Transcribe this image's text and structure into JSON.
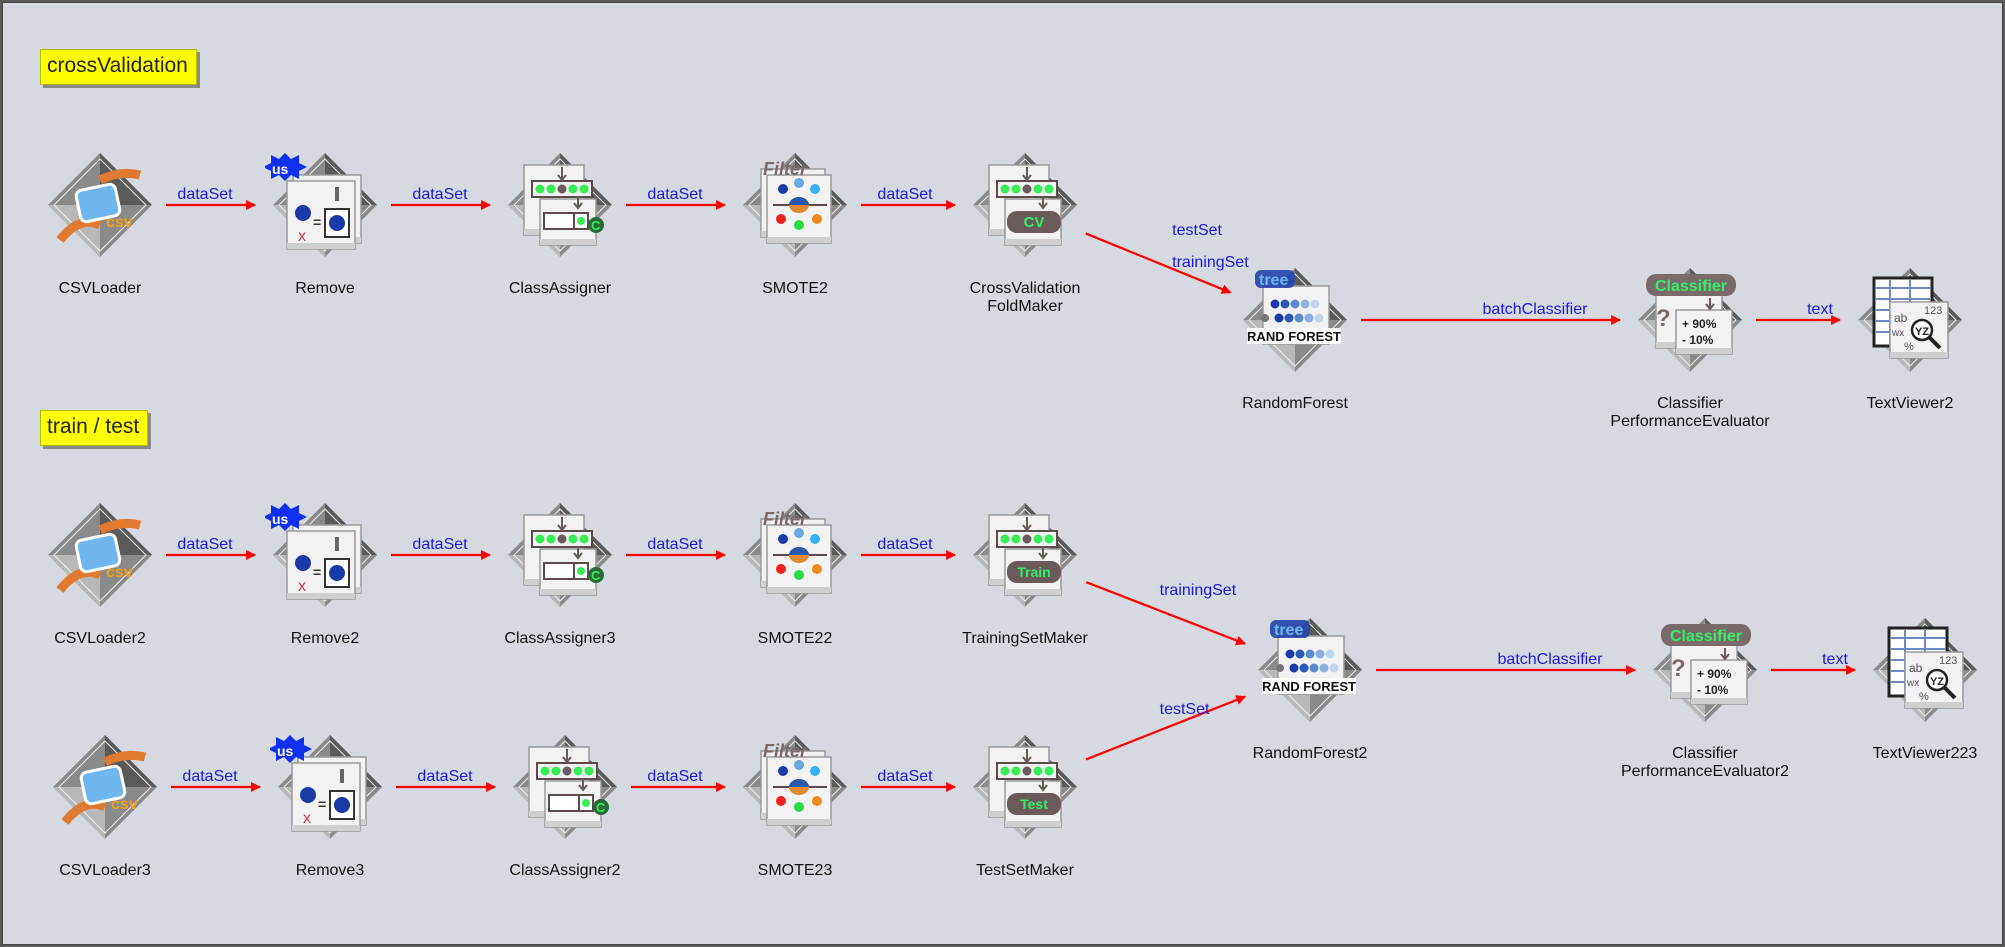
{
  "notes": [
    {
      "id": "note-cv",
      "text": "crossValidation"
    },
    {
      "id": "note-tt",
      "text": "train / test"
    }
  ],
  "nodes": [
    {
      "id": "csvloader",
      "label": [
        "CSVLoader"
      ],
      "icon": "csv-loader-icon"
    },
    {
      "id": "remove",
      "label": [
        "Remove"
      ],
      "icon": "remove-filter-icon"
    },
    {
      "id": "classassigner",
      "label": [
        "ClassAssigner"
      ],
      "icon": "class-assigner-icon"
    },
    {
      "id": "smote2",
      "label": [
        "SMOTE2"
      ],
      "icon": "smote-filter-icon"
    },
    {
      "id": "cvfoldmaker",
      "label": [
        "CrossValidation",
        "FoldMaker"
      ],
      "icon": "cv-foldmaker-icon",
      "badge": "CV"
    },
    {
      "id": "randomforest",
      "label": [
        "RandomForest"
      ],
      "icon": "random-forest-icon"
    },
    {
      "id": "cpe",
      "label": [
        "Classifier",
        "PerformanceEvaluator"
      ],
      "icon": "classifier-performance-evaluator-icon"
    },
    {
      "id": "textviewer2",
      "label": [
        "TextViewer2"
      ],
      "icon": "text-viewer-icon"
    },
    {
      "id": "csvloader2",
      "label": [
        "CSVLoader2"
      ],
      "icon": "csv-loader-icon"
    },
    {
      "id": "remove2",
      "label": [
        "Remove2"
      ],
      "icon": "remove-filter-icon"
    },
    {
      "id": "classassigner3",
      "label": [
        "ClassAssigner3"
      ],
      "icon": "class-assigner-icon"
    },
    {
      "id": "smote22",
      "label": [
        "SMOTE22"
      ],
      "icon": "smote-filter-icon"
    },
    {
      "id": "trainingsetmaker",
      "label": [
        "TrainingSetMaker"
      ],
      "icon": "training-set-maker-icon",
      "badge": "Train"
    },
    {
      "id": "randomforest2",
      "label": [
        "RandomForest2"
      ],
      "icon": "random-forest-icon"
    },
    {
      "id": "cpe2",
      "label": [
        "Classifier",
        "PerformanceEvaluator2"
      ],
      "icon": "classifier-performance-evaluator-icon"
    },
    {
      "id": "textviewer223",
      "label": [
        "TextViewer223"
      ],
      "icon": "text-viewer-icon"
    },
    {
      "id": "csvloader3",
      "label": [
        "CSVLoader3"
      ],
      "icon": "csv-loader-icon"
    },
    {
      "id": "remove3",
      "label": [
        "Remove3"
      ],
      "icon": "remove-filter-icon"
    },
    {
      "id": "classassigner2",
      "label": [
        "ClassAssigner2"
      ],
      "icon": "class-assigner-icon"
    },
    {
      "id": "smote23",
      "label": [
        "SMOTE23"
      ],
      "icon": "smote-filter-icon"
    },
    {
      "id": "testsetmaker",
      "label": [
        "TestSetMaker"
      ],
      "icon": "test-set-maker-icon",
      "badge": "Test"
    }
  ],
  "links": [
    {
      "from": "csvloader",
      "to": "remove",
      "label": "dataSet"
    },
    {
      "from": "remove",
      "to": "classassigner",
      "label": "dataSet"
    },
    {
      "from": "classassigner",
      "to": "smote2",
      "label": "dataSet"
    },
    {
      "from": "smote2",
      "to": "cvfoldmaker",
      "label": "dataSet"
    },
    {
      "from": "cvfoldmaker",
      "to": "randomforest",
      "label": "testSet"
    },
    {
      "from": "cvfoldmaker",
      "to": "randomforest",
      "label": "trainingSet"
    },
    {
      "from": "randomforest",
      "to": "cpe",
      "label": "batchClassifier"
    },
    {
      "from": "cpe",
      "to": "textviewer2",
      "label": "text"
    },
    {
      "from": "csvloader2",
      "to": "remove2",
      "label": "dataSet"
    },
    {
      "from": "remove2",
      "to": "classassigner3",
      "label": "dataSet"
    },
    {
      "from": "classassigner3",
      "to": "smote22",
      "label": "dataSet"
    },
    {
      "from": "smote22",
      "to": "trainingsetmaker",
      "label": "dataSet"
    },
    {
      "from": "trainingsetmaker",
      "to": "randomforest2",
      "label": "trainingSet"
    },
    {
      "from": "randomforest2",
      "to": "cpe2",
      "label": "batchClassifier"
    },
    {
      "from": "cpe2",
      "to": "textviewer223",
      "label": "text"
    },
    {
      "from": "csvloader3",
      "to": "remove3",
      "label": "dataSet"
    },
    {
      "from": "remove3",
      "to": "classassigner2",
      "label": "dataSet"
    },
    {
      "from": "classassigner2",
      "to": "smote23",
      "label": "dataSet"
    },
    {
      "from": "smote23",
      "to": "testsetmaker",
      "label": "dataSet"
    },
    {
      "from": "testsetmaker",
      "to": "randomforest2",
      "label": "testSet"
    }
  ],
  "icon_text": {
    "csv": "csv",
    "us": "us",
    "filter": "Filter",
    "class_c": "C",
    "tree": "tree",
    "rand_forest": "RAND FOREST",
    "classifier": "Classifier",
    "plus_pct": "+ 90%",
    "minus_pct": "- 10%",
    "question": "?",
    "ab": "ab",
    "n123": "123",
    "wx": "wx",
    "yz": "YZ",
    "pct": "%"
  },
  "colors": {
    "canvas": "#d6d9e0",
    "link": "#ff0000",
    "link_label": "#1a1adc",
    "note": "#ffff00",
    "badge_green": "#22ee66"
  }
}
